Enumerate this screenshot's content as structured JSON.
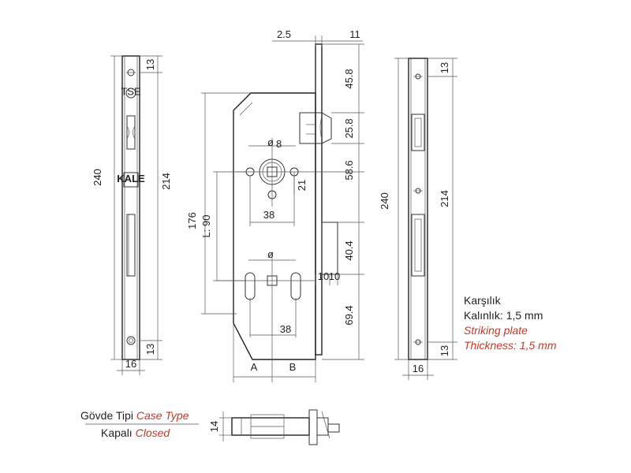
{
  "front_plate": {
    "dims": {
      "height": "240",
      "hole_pitch": "214",
      "top_offset": "13",
      "bottom_offset": "13",
      "width": "16"
    },
    "brand": "KALE",
    "stamp": "TSE"
  },
  "lock_body": {
    "dims": {
      "faceplate_thickness": "2.5",
      "faceplate_width": "11",
      "latch_top": "45.8",
      "latch_height": "25.8",
      "spindle_square": "8",
      "spindle_to_latch": "58.6",
      "spindle_offset": "21",
      "spindle_hole_pitch": "38",
      "body_height": "176",
      "center_distance": "L: 90",
      "bolt_height": "40.4",
      "bolt_throw_1": "10",
      "bolt_throw_2": "10",
      "cylinder_hole_pitch": "38",
      "bottom_height": "69.4",
      "backset_a": "A",
      "backset_b": "B",
      "cylinder_symbol": "ø"
    }
  },
  "striking_plate": {
    "dims": {
      "height": "240",
      "hole_pitch": "214",
      "top_offset": "13",
      "bottom_offset": "13",
      "width": "16"
    },
    "label_tr": [
      "Karşılık",
      "Kalınlık: 1,5 mm"
    ],
    "label_en": [
      "Striking plate",
      "Thickness: 1,5 mm"
    ]
  },
  "case_type": {
    "label_tr": "Gövde Tipi",
    "label_en": "Case Type",
    "value_tr": "Kapalı",
    "value_en": "Closed",
    "thickness": "14"
  }
}
